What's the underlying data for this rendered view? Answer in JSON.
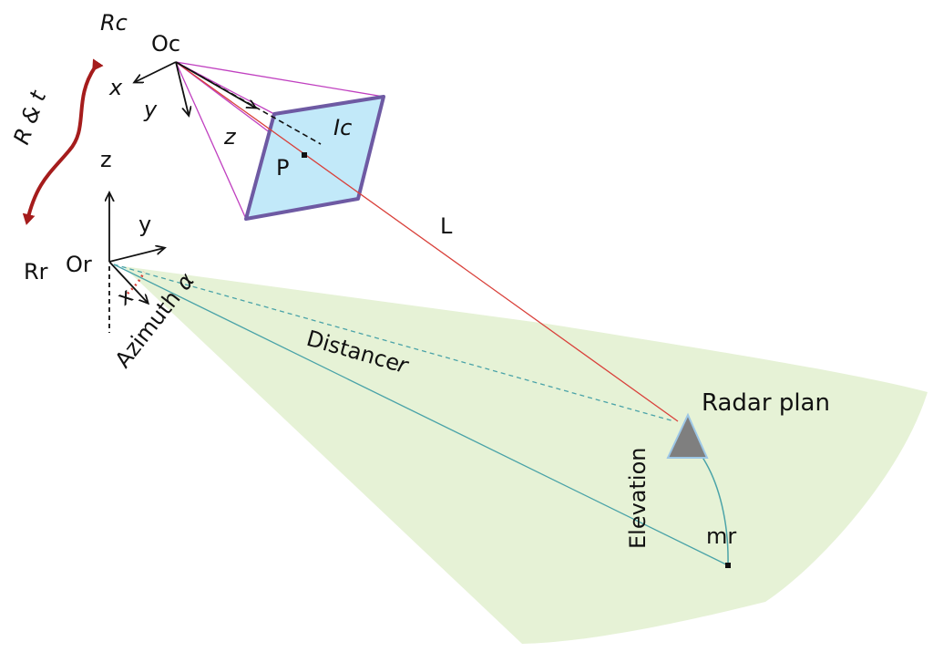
{
  "labels": {
    "camera_frame": "Rc",
    "camera_origin": "Oc",
    "cam_x": "x",
    "cam_y": "y",
    "cam_z": "z",
    "image_plane": "Ic",
    "point": "P",
    "line": "L",
    "transform": "R & t",
    "radar_z": "z",
    "radar_y": "y",
    "radar_x": "x",
    "radar_frame": "Rr",
    "radar_origin": "Or",
    "azimuth": "Azimuth",
    "alpha": "α",
    "distance": "Distance",
    "r": "r",
    "radar_plan": "Radar plan",
    "elevation": "Elevation",
    "mr": "mr"
  },
  "colors": {
    "fov": "#e6f2d6",
    "image_plane_fill": "#c2e9f9",
    "image_plane_border": "#6e5aa3",
    "frustum": "#c040c0",
    "ray_red": "#d9403a",
    "teal": "#4aa3a8",
    "transform_arrow": "#a51c1c",
    "axis": "#111111",
    "triangle": "#7f7f7f"
  }
}
